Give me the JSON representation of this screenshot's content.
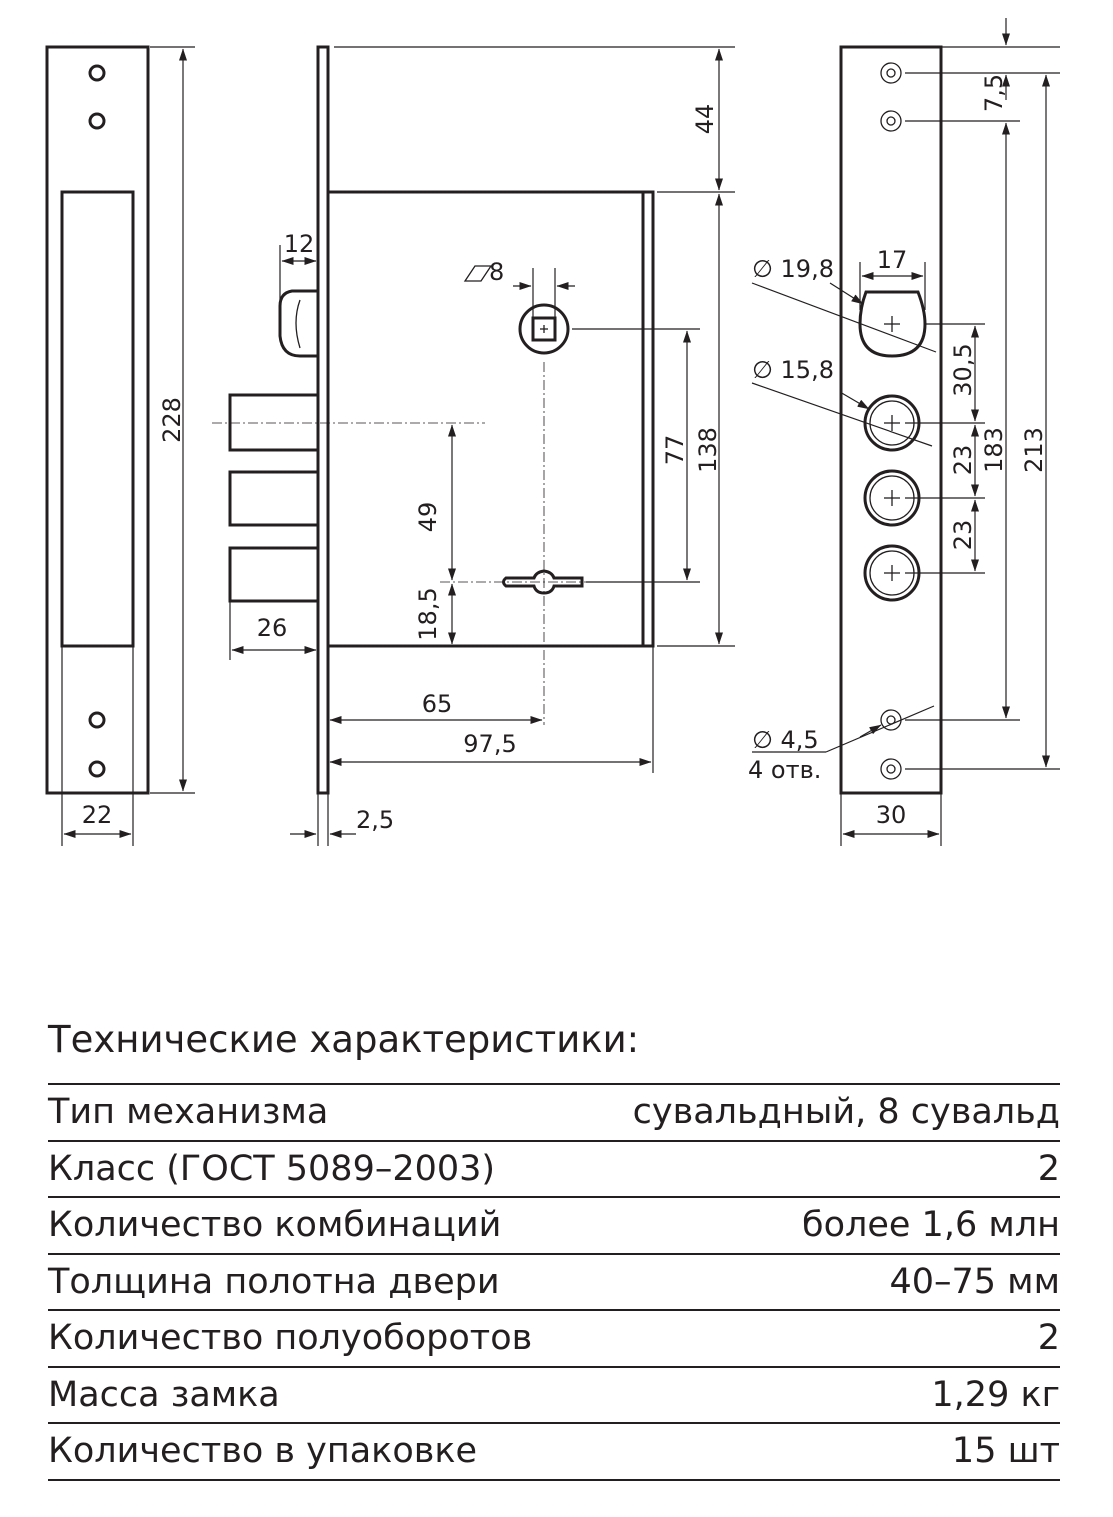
{
  "drawing": {
    "strike_plate": {
      "height_dim": "228",
      "width_dim": "22"
    },
    "lock_body": {
      "top_offset_dim": "44",
      "latch_width_dim": "12",
      "spindle_square_dim": "8",
      "height_dim": "138",
      "spindle_to_keyhole_dim": "77",
      "bolt_to_keyhole_dim": "49",
      "keyhole_to_bottom_dim": "18,5",
      "bolt_throw_dim": "26",
      "backset_dim": "65",
      "body_depth_dim": "97,5",
      "faceplate_thickness_dim": "2,5"
    },
    "faceplate": {
      "top_hole_pitch_dim": "7,5",
      "spindle_hole_width_dim": "17",
      "spindle_hole_diameter_dim": "∅ 19,8",
      "spindle_hole_height_dim": "30,5",
      "bolt_hole_diameter_dim": "∅ 15,8",
      "bolt_pitch_1_dim": "23",
      "bolt_pitch_2_dim": "23",
      "inner_holes_distance_dim": "183",
      "outer_holes_distance_dim": "213",
      "mount_hole_diameter_dim": "∅ 4,5",
      "mount_hole_count": "4 отв.",
      "width_dim": "30"
    }
  },
  "specs": {
    "title": "Технические характеристики:",
    "rows": [
      {
        "label": "Тип механизма",
        "value": "сувальдный, 8 сувальд"
      },
      {
        "label": "Класс (ГОСТ 5089–2003)",
        "value": "2"
      },
      {
        "label": "Количество комбинаций",
        "value": "более 1,6 млн"
      },
      {
        "label": "Толщина полотна двери",
        "value": "40–75 мм"
      },
      {
        "label": "Количество полуоборотов",
        "value": "2"
      },
      {
        "label": "Масса замка",
        "value": "1,29 кг"
      },
      {
        "label": "Количество в упаковке",
        "value": "15  шт"
      }
    ]
  }
}
